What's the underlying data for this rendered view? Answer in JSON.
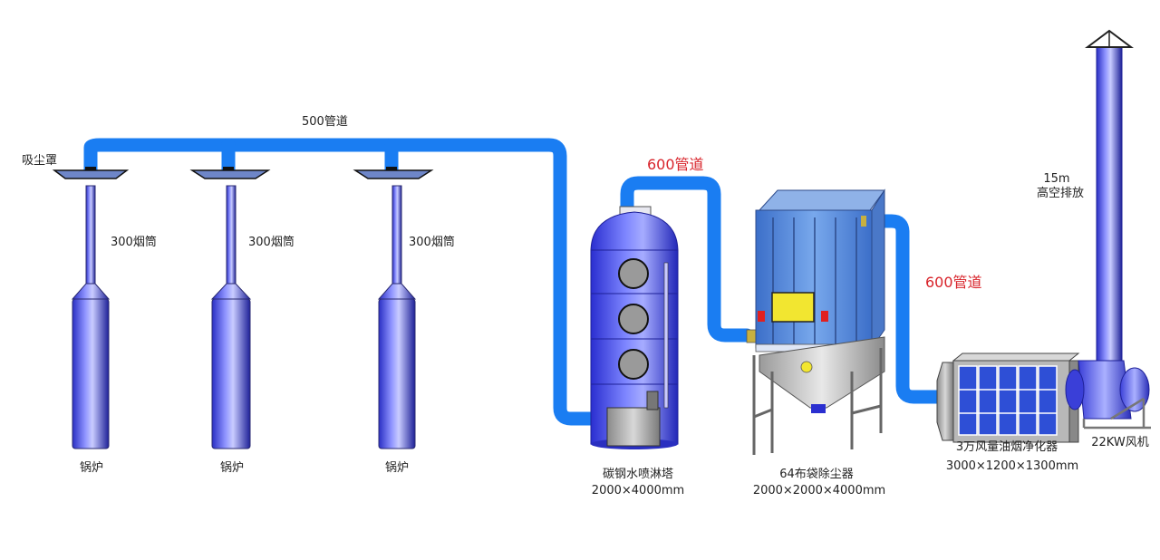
{
  "labels": {
    "hood": "吸尘罩",
    "duct_500": "500管道",
    "chimney_300": "300烟筒",
    "boiler": "锅炉",
    "duct_600": "600管道",
    "tower_name": "碳钢水喷淋塔",
    "tower_size": "2000×4000mm",
    "filter_name": "64布袋除尘器",
    "filter_size": "2000×2000×4000mm",
    "purifier_name": "3万风量油烟净化器",
    "purifier_size": "3000×1200×1300mm",
    "fan_name": "22KW风机",
    "stack_height": "15m",
    "stack_desc": "高空排放"
  },
  "colors": {
    "duct": "#1a7df2",
    "duct_label_red": "#d8232a",
    "equipment_blue": "#5a6ae8",
    "filter_blue": "#5a8fd8"
  }
}
